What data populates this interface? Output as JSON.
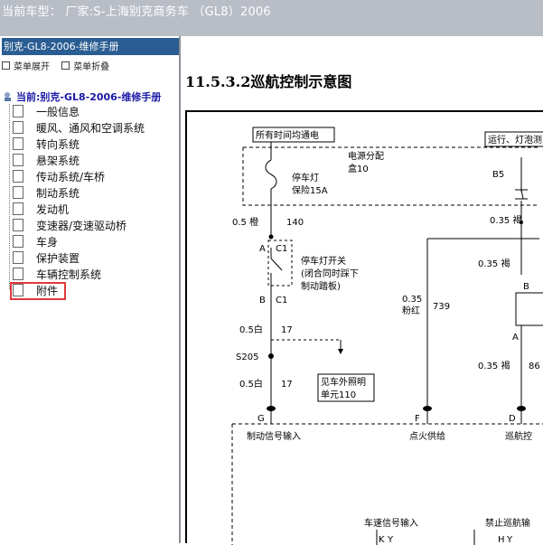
{
  "topbar": {
    "title": "当前车型： 厂家:S-上海别克商务车 （GL8）2006"
  },
  "sidebar": {
    "header": "别克-GL8-2006-维修手册",
    "toolbar": {
      "expand": "菜单展开",
      "collapse": "菜单折叠"
    },
    "root_label": "当前:别克-GL8-2006-维修手册",
    "items": [
      {
        "label": "一般信息"
      },
      {
        "label": "暖风、通风和空调系统"
      },
      {
        "label": "转向系统"
      },
      {
        "label": "悬架系统"
      },
      {
        "label": "传动系统/车桥"
      },
      {
        "label": "制动系统"
      },
      {
        "label": "发动机"
      },
      {
        "label": "变速器/变速驱动桥"
      },
      {
        "label": "车身"
      },
      {
        "label": "保护装置"
      },
      {
        "label": "车辆控制系统"
      },
      {
        "label": "附件"
      }
    ],
    "highlight_color": "#e0383b"
  },
  "main": {
    "title": "11.5.3.2巡航控制示意图",
    "diagram": {
      "box_hot": "所有时间均通电",
      "box_run": "运行、灯泡测",
      "power_dist": "电源分配",
      "box10": "盒10",
      "stop_lamp": "停车灯",
      "fuse15": "保险15A",
      "b5": "B5",
      "w140_size": "0.5 橙",
      "w140": "140",
      "w035_brown_top": "0.35 褐",
      "conn_a": "A",
      "conn_c1": "C1",
      "switch_title": "停车灯开关",
      "switch_note1": "(闭合同时踩下",
      "switch_note2": "制动踏板)",
      "conn_b": "B",
      "conn_c1b": "C1",
      "w17_size": "0.5白",
      "w17": "17",
      "s205": "S205",
      "w17b_size": "0.5白",
      "w17b": "17",
      "exterior_ref1": "见车外照明",
      "exterior_ref2": "单元110",
      "w739_size": "0.35",
      "w739_color": "粉红",
      "w739": "739",
      "w035_brown_mid": "0.35 褐",
      "w035_brown_low": "0.35 褐",
      "w86": "86",
      "b_conn": "B",
      "a_conn": "A",
      "g_pin": "G",
      "f_pin": "F",
      "d_pin": "D",
      "brake_in": "制动信号输入",
      "ign_in": "点火供给",
      "cruise_in": "巡航控",
      "speed_in": "车速信号输入",
      "cancel_in": "禁止巡航输",
      "k_pin": "K",
      "y_pin": "Y",
      "h_pin": "H",
      "y_pin2": "Y"
    }
  }
}
